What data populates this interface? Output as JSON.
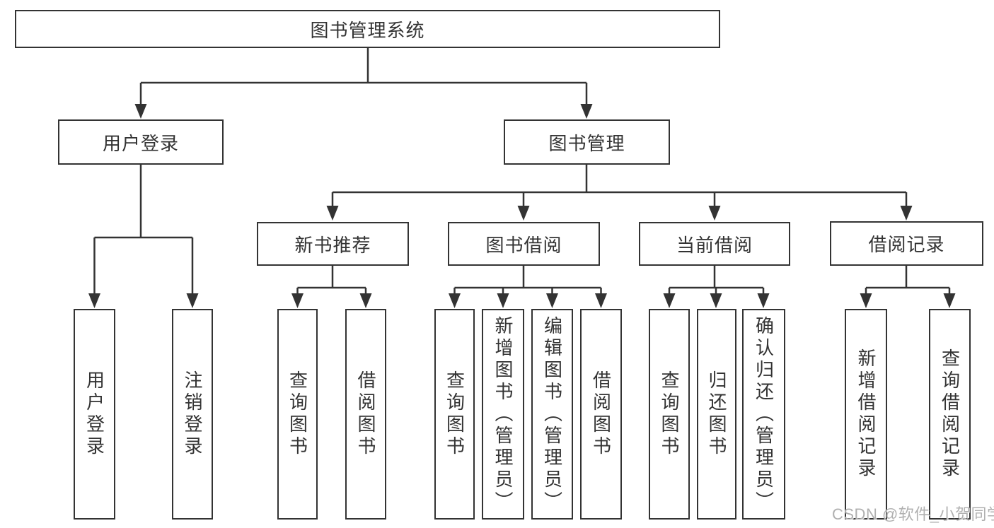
{
  "tree": {
    "label": "图书管理系统",
    "children": [
      {
        "label": "用户登录",
        "children": [
          {
            "label": "用户登录"
          },
          {
            "label": "注销登录"
          }
        ]
      },
      {
        "label": "图书管理",
        "children": [
          {
            "label": "新书推荐",
            "children": [
              {
                "label": "查询图书"
              },
              {
                "label": "借阅图书"
              }
            ]
          },
          {
            "label": "图书借阅",
            "children": [
              {
                "label": "查询图书"
              },
              {
                "label": "新增图书（管理员）"
              },
              {
                "label": "编辑图书（管理员）"
              },
              {
                "label": "借阅图书"
              }
            ]
          },
          {
            "label": "当前借阅",
            "children": [
              {
                "label": "查询图书"
              },
              {
                "label": "归还图书"
              },
              {
                "label": "确认归还（管理员）"
              }
            ]
          },
          {
            "label": "借阅记录",
            "children": [
              {
                "label": "新增借阅记录"
              },
              {
                "label": "查询借阅记录"
              }
            ]
          }
        ]
      }
    ]
  },
  "watermark": {
    "text": "CSDN @软件_小贺同学"
  },
  "colors": {
    "line": "#333333",
    "text": "#333333",
    "background": "#ffffff",
    "watermark": "#b0b0b0"
  }
}
